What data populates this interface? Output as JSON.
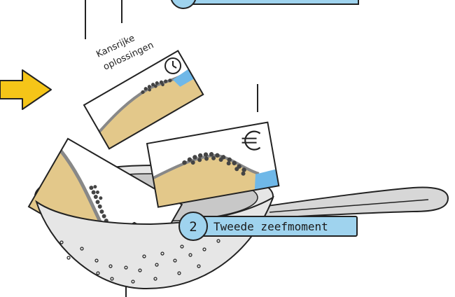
{
  "annotation": {
    "line1": "Kansrijke",
    "line2": "oplossingen"
  },
  "step": {
    "number": "2",
    "label": "Tweede zeefmoment"
  },
  "icons": {
    "clock": "clock-icon",
    "euro": "euro-icon",
    "institution": "institution-icon",
    "arrow": "arrow-right-icon"
  },
  "colors": {
    "arrow": "#F5C518",
    "label_fill": "#9FD3EE",
    "sand": "#E3C88A",
    "water": "#6FB8E8",
    "sieve": "#E6E6E6"
  }
}
